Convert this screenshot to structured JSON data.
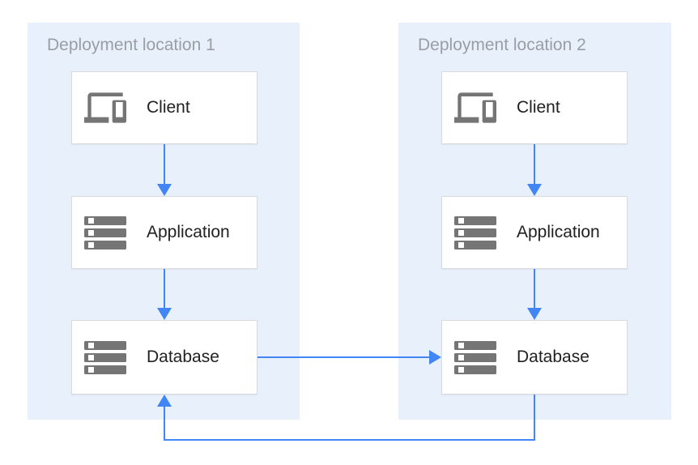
{
  "panels": [
    {
      "title": "Deployment location 1",
      "nodes": [
        {
          "id": "client",
          "label": "Client",
          "icon": "devices-icon"
        },
        {
          "id": "application",
          "label": "Application",
          "icon": "server-stack-icon"
        },
        {
          "id": "database",
          "label": "Database",
          "icon": "server-stack-icon"
        }
      ]
    },
    {
      "title": "Deployment location 2",
      "nodes": [
        {
          "id": "client",
          "label": "Client",
          "icon": "devices-icon"
        },
        {
          "id": "application",
          "label": "Application",
          "icon": "server-stack-icon"
        },
        {
          "id": "database",
          "label": "Database",
          "icon": "server-stack-icon"
        }
      ]
    }
  ],
  "connections": [
    {
      "from": "location1-client",
      "to": "location1-application",
      "direction": "down"
    },
    {
      "from": "location1-application",
      "to": "location1-database",
      "direction": "down"
    },
    {
      "from": "location2-client",
      "to": "location2-application",
      "direction": "down"
    },
    {
      "from": "location2-application",
      "to": "location2-database",
      "direction": "down"
    },
    {
      "from": "location1-database",
      "to": "location2-database",
      "direction": "right"
    },
    {
      "from": "location2-database",
      "to": "location1-database",
      "direction": "loop-bottom"
    }
  ],
  "colors": {
    "arrow_blue": "#4285f4",
    "panel_background": "#e8f1fb",
    "node_background": "#ffffff",
    "node_border": "#d8dade",
    "icon_gray": "#757575",
    "title_text": "#999ea4",
    "label_text": "#212121"
  }
}
